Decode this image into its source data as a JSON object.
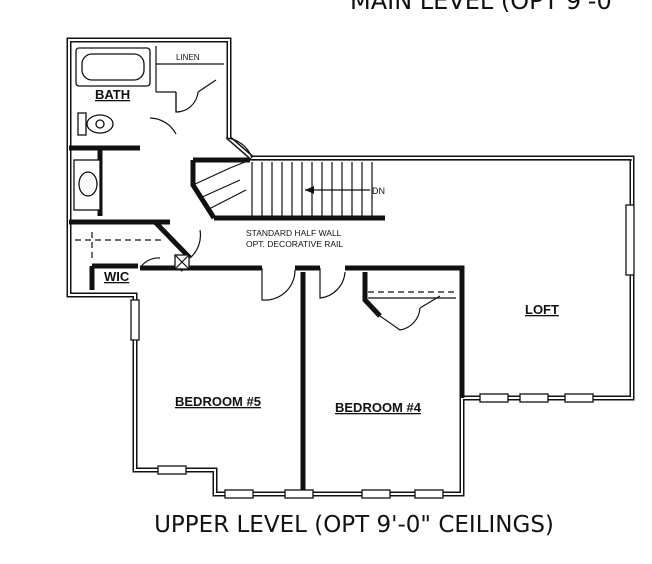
{
  "top_caption": "MAIN LEVEL (OPT 9'-0",
  "bottom_caption": "UPPER LEVEL (OPT 9'-0\" CEILINGS)",
  "rooms": {
    "bath": "BATH",
    "linen": "LINEN",
    "wic": "WIC",
    "bedroom5": "BEDROOM #5",
    "bedroom4": "BEDROOM #4",
    "loft": "LOFT"
  },
  "notes": {
    "stair_dir": "DN",
    "half_wall_1": "STANDARD HALF WALL",
    "half_wall_2": "OPT. DECORATIVE RAIL"
  }
}
